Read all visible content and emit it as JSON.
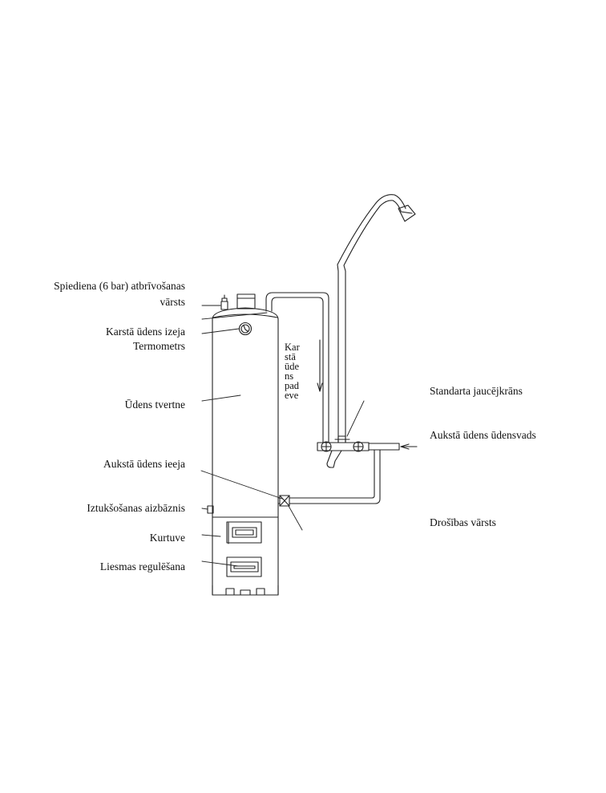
{
  "labels": {
    "pressure_valve_line1": "Spiediena (6 bar) atbrīvošanas",
    "pressure_valve_line2": "vārsts",
    "hot_water_outlet": "Karstā ūdens izeja",
    "thermometer": "Termometrs",
    "water_tank": "Ūdens tvertne",
    "cold_water_inlet": "Aukstā ūdens ieeja",
    "drain_plug": "Iztukšošanas aizbāznis",
    "firebox": "Kurtuve",
    "flame_control": "Liesmas regulēšana",
    "standard_mixer": "Standarta jaucējkrāns",
    "cold_water_main": "Aukstā ūdens ūdensvads",
    "safety_valve": "Drošības vārsts"
  },
  "hot_water_supply_vertical": [
    "Kar",
    "stā",
    "ūde",
    "ns",
    "pad",
    "eve"
  ]
}
